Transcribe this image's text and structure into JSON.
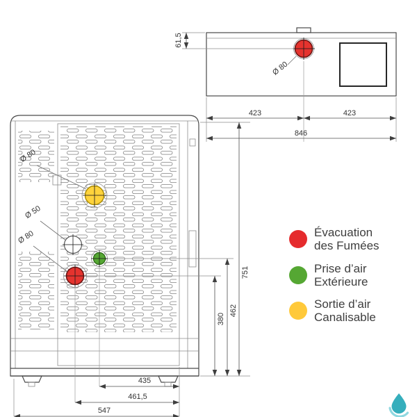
{
  "top_view": {
    "dim_flue_offset": "61,5",
    "flue_diameter": "Ø 80",
    "dim_left_half": "423",
    "dim_right_half": "423",
    "dim_total_width": "846"
  },
  "rear_view": {
    "duct_outlet_diameter": "Ø 80",
    "round_opening_diameter": "Ø 50",
    "flue_outlet_diameter": "Ø 80",
    "dim_total_height": "751",
    "dim_air_intake_height": "462",
    "dim_flue_height": "380",
    "dim_bottom_air": "435",
    "dim_bottom_flue": "461,5",
    "dim_bottom_total": "547"
  },
  "legend": {
    "items": [
      {
        "key": "flue-exhaust",
        "color": "#e52b2d",
        "line1": "Évacuation",
        "line2": "des Fumées"
      },
      {
        "key": "outside-air-intake",
        "color": "#55a733",
        "line1": "Prise d’air",
        "line2": "Extérieure"
      },
      {
        "key": "ducted-air-outlet",
        "color": "#ffc93a",
        "line1": "Sortie d’air",
        "line2": "Canalisable"
      }
    ]
  },
  "colors": {
    "flue_red": "#e5332e",
    "air_green": "#55a733",
    "duct_yellow": "#ffd33c",
    "logo_teal": "#35aebc"
  }
}
